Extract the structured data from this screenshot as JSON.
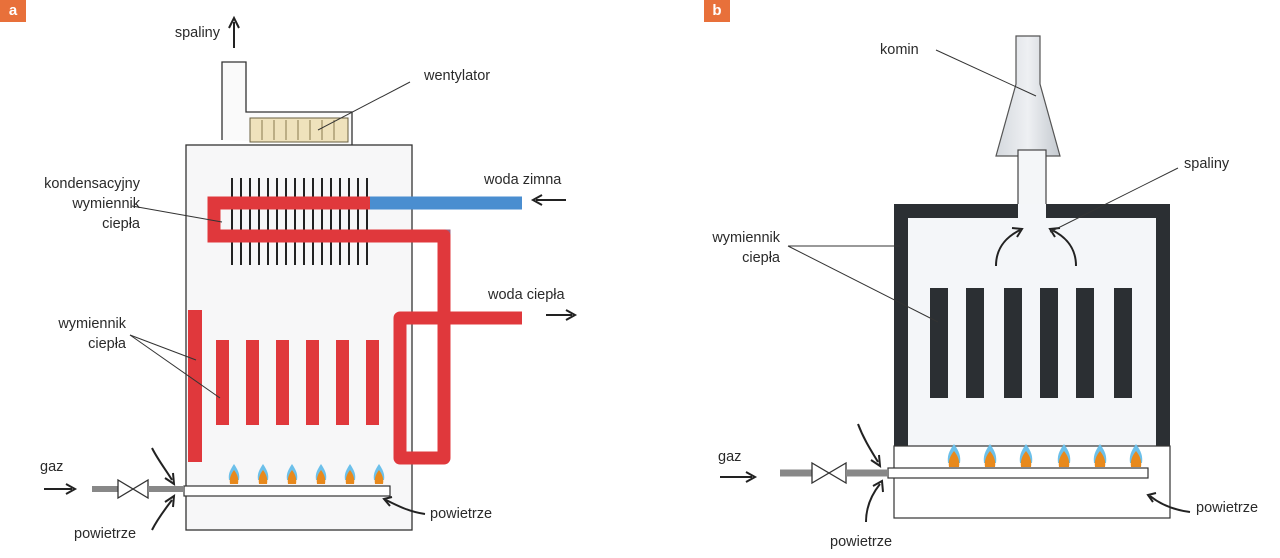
{
  "panel_a": {
    "badge": "a",
    "labels": {
      "spaliny": "spaliny",
      "wentylator": "wentylator",
      "kondensacyjny_1": "kondensacyjny",
      "kondensacyjny_2": "wymiennik",
      "kondensacyjny_3": "ciepła",
      "woda_zimna": "woda zimna",
      "woda_ciepla": "woda ciepła",
      "wymiennik_1": "wymiennik",
      "wymiennik_2": "ciepła",
      "gaz": "gaz",
      "powietrze_left": "powietrze",
      "powietrze_right": "powietrze"
    }
  },
  "panel_b": {
    "badge": "b",
    "labels": {
      "komin": "komin",
      "spaliny": "spaliny",
      "wymiennik_1": "wymiennik",
      "wymiennik_2": "ciepła",
      "gaz": "gaz",
      "powietrze_bottom": "powietrze",
      "powietrze_right": "powietrze"
    }
  },
  "colors": {
    "hot_water": "#e0383c",
    "cold_water": "#4a8ed0",
    "exchanger_dark": "#2b2f33",
    "flame": "#e8891c",
    "flame_tip": "#6cc0ea",
    "badge": "#e8703a"
  }
}
